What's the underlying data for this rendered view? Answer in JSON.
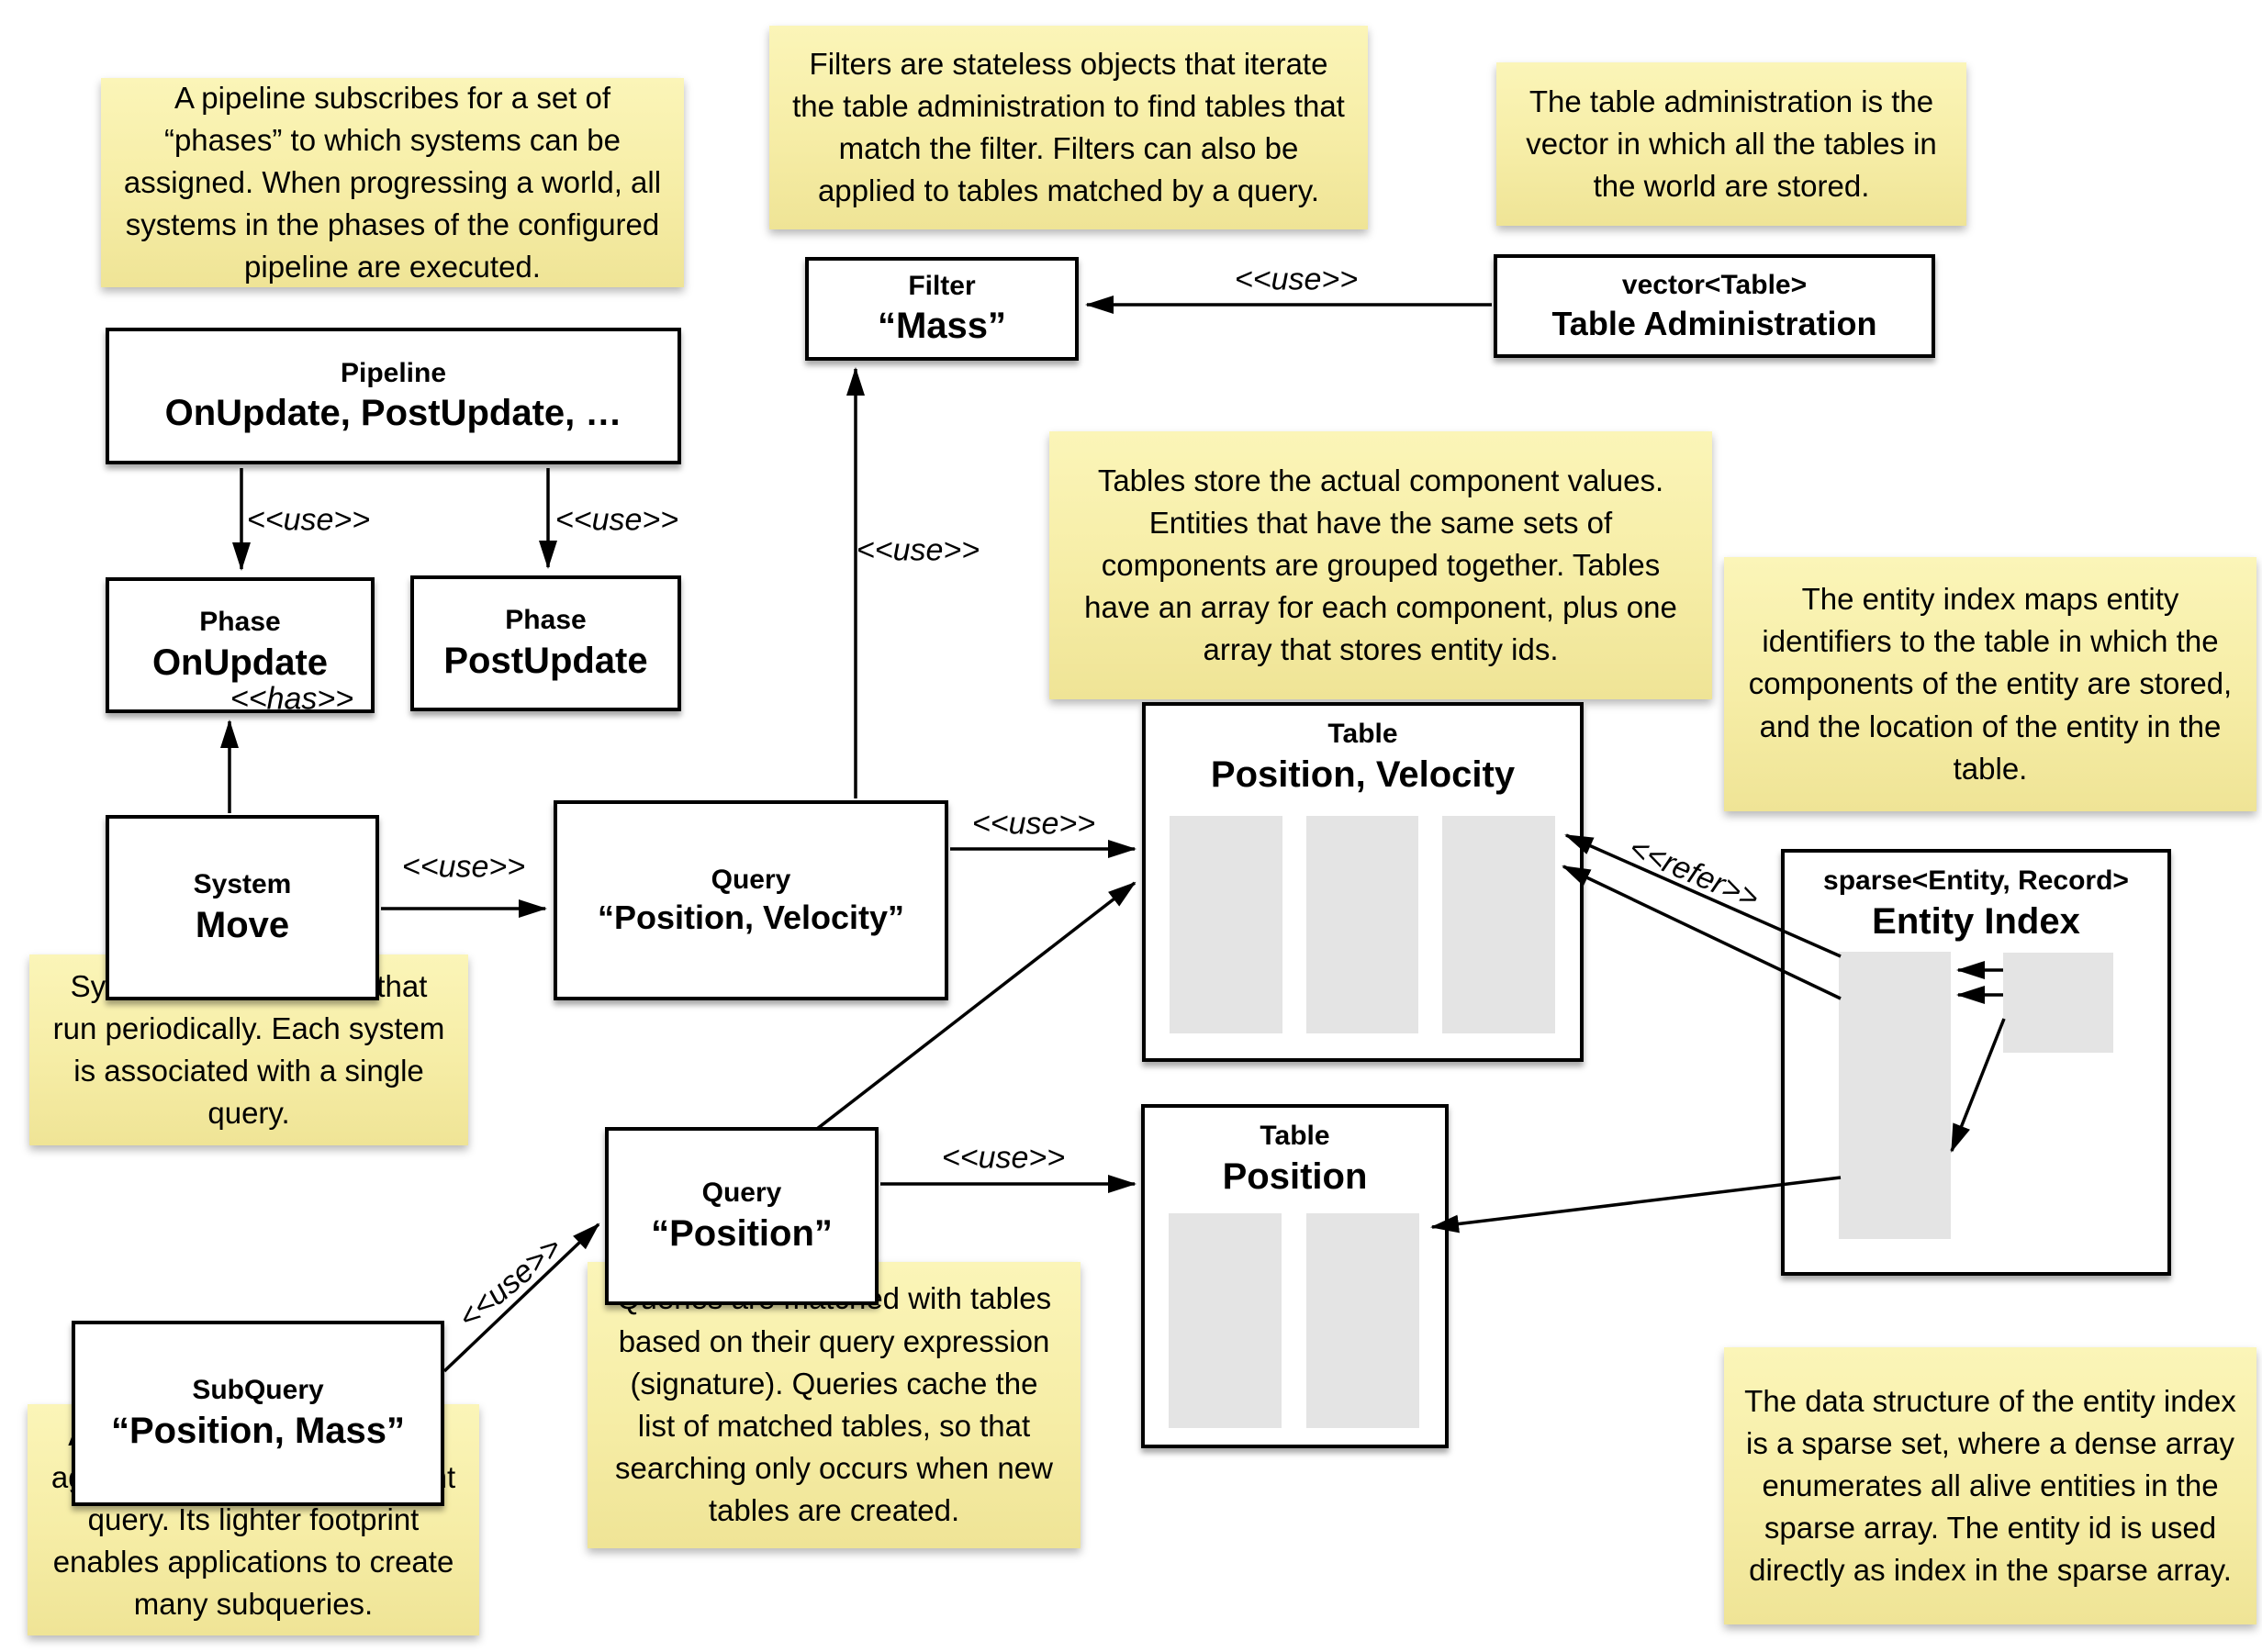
{
  "notes": {
    "pipeline": "A pipeline subscribes for a set of “phases” to which systems can be assigned. When progressing a world, all systems in the phases of the configured pipeline are executed.",
    "filters": "Filters are stateless objects that iterate the table administration to find tables that match the filter. Filters can also be applied to tables matched by a query.",
    "table_admin": "The table administration is the vector in which all the tables in the world are stored.",
    "tables": "Tables store the actual component values. Entities that have the same sets of components are grouped together. Tables have an array for each component, plus one array that stores entity ids.",
    "entity_index": "The entity index maps entity identifiers to the table in which the components of the entity are stored, and the location of the entity in the table.",
    "systems": "Systems are functions that run periodically. Each system is associated with a single query.",
    "queries": "Queries are matched with tables based on their query expression (signature). Queries cache the list of matched tables, so that searching only occurs when new tables are created.",
    "subquery": "A subquery is matched only against the tables of its parent query. Its lighter footprint enables applications to create many subqueries.",
    "sparse_set": "The data structure of the entity index is a sparse set, where a dense array enumerates all alive entities in the sparse array. The entity id is used directly as index in the sparse array."
  },
  "nodes": {
    "pipeline": {
      "stereotype": "Pipeline",
      "name": "OnUpdate, PostUpdate, …"
    },
    "phase_onupdate": {
      "stereotype": "Phase",
      "name": "OnUpdate"
    },
    "phase_postupdate": {
      "stereotype": "Phase",
      "name": "PostUpdate"
    },
    "filter_mass": {
      "stereotype": "Filter",
      "name": "“Mass”"
    },
    "table_administration": {
      "stereotype": "vector<Table>",
      "name": "Table Administration"
    },
    "system_move": {
      "stereotype": "System",
      "name": "Move"
    },
    "query_position_velocity": {
      "stereotype": "Query",
      "name": "“Position, Velocity”"
    },
    "query_position": {
      "stereotype": "Query",
      "name": "“Position”"
    },
    "subquery_position_mass": {
      "stereotype": "SubQuery",
      "name": "“Position, Mass”"
    },
    "table_position_velocity": {
      "stereotype": "Table",
      "name": "Position, Velocity"
    },
    "table_position": {
      "stereotype": "Table",
      "name": "Position"
    },
    "entity_index": {
      "stereotype": "sparse<Entity, Record>",
      "name": "Entity Index"
    }
  },
  "edge_labels": {
    "use": "<<use>>",
    "has": "<<has>>",
    "refer": "<<refer>>"
  },
  "colors": {
    "note_bg": "#f7efa9",
    "box_border": "#000000",
    "array_fill": "#e4e4e4"
  }
}
